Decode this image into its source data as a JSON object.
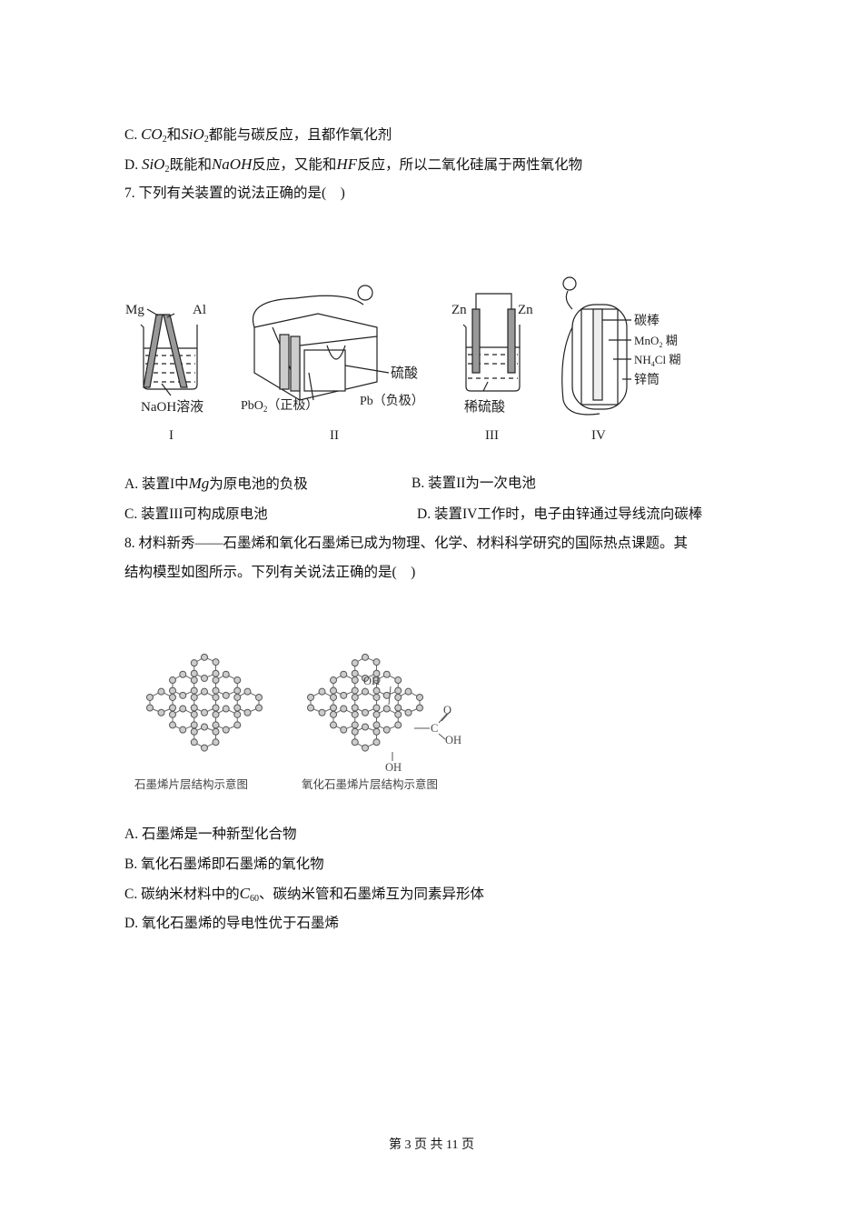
{
  "q6": {
    "optC": {
      "prefix": "C.",
      "f1": "CO",
      "s1": "2",
      "t1": "和",
      "f2": "SiO",
      "s2": "2",
      "t2": "都能与碳反应，且都作氧化剂"
    },
    "optD": {
      "prefix": "D.",
      "f1": "SiO",
      "s1": "2",
      "t1": "既能和",
      "f2": "NaOH",
      "t2": "反应，又能和",
      "f3": "HF",
      "t3": "反应，所以二氧化硅属于两性氧化物"
    }
  },
  "q7": {
    "stem": "7. 下列有关装置的说法正确的是(　)",
    "figure": {
      "I": {
        "mg": "Mg",
        "al": "Al",
        "solution": "NaOH溶液",
        "numeral": "I"
      },
      "II": {
        "acid": "硫酸",
        "pbo2": "PbO",
        "pbo2_sub": "2",
        "pbo2_tail": "（正极）",
        "pb": "Pb（负极）",
        "numeral": "II"
      },
      "III": {
        "zn_left": "Zn",
        "zn_right": "Zn",
        "solution": "稀硫酸",
        "numeral": "III"
      },
      "IV": {
        "carbon": "碳棒",
        "mno2": "MnO",
        "mno2_sub": "2",
        "mno2_tail": " 糊",
        "nh4cl": "NH",
        "nh4cl_sub": "4",
        "nh4cl_tail": "Cl 糊",
        "zinc": "锌筒",
        "numeral": "IV"
      }
    },
    "optA": {
      "prefix": "A.",
      "t1": "装置I中",
      "f1": "Mg",
      "t2": "为原电池的负极"
    },
    "optB": {
      "prefix": "B.",
      "text": "装置II为一次电池"
    },
    "optC": {
      "prefix": "C.",
      "text": "装置III可构成原电池"
    },
    "optD": {
      "prefix": "D.",
      "text": "装置IV工作时，电子由锌通过导线流向碳棒"
    }
  },
  "q8": {
    "stem1": "8. 材料新秀——石墨烯和氧化石墨烯已成为物理、化学、材料科学研究的国际热点课题。其",
    "stem2": "结构模型如图所示。下列有关说法正确的是(　)",
    "figure": {
      "caption_left": "石墨烯片层结构示意图",
      "caption_right": "氧化石墨烯片层结构示意图",
      "oh1": "OH",
      "oh2": "OH",
      "oh3": "OH",
      "c": "C",
      "o": "O"
    },
    "optA": {
      "prefix": "A.",
      "text": "石墨烯是一种新型化合物"
    },
    "optB": {
      "prefix": "B.",
      "text": "氧化石墨烯即石墨烯的氧化物"
    },
    "optC": {
      "prefix": "C.",
      "t1": "碳纳米材料中的",
      "f1": "C",
      "s1": "60",
      "t2": "、碳纳米管和石墨烯互为同素异形体"
    },
    "optD": {
      "prefix": "D.",
      "text": "氧化石墨烯的导电性优于石墨烯"
    }
  },
  "footer": {
    "text": "第 3 页 共 11 页"
  }
}
